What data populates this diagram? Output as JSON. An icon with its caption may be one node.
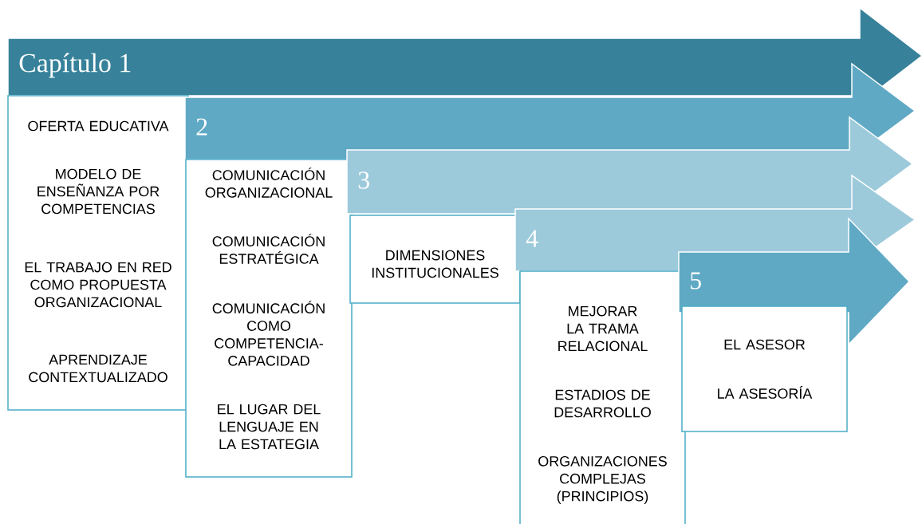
{
  "diagram": {
    "nodes": [
      {
        "text": [
          "Capítulo 1"
        ]
      },
      {
        "text": [
          "OFERTA EDUCATIVA",
          "MODELO DE ENSEÑANZA POR COMPETENCIAS",
          "EL TRABAJO EN RED COMO PROPUESTA ORGANIZACIONAL",
          "APRENDIZAJE CONTEXTUALIZADO"
        ]
      },
      {
        "text": [
          "2"
        ]
      },
      {
        "text": [
          "COMUNICACIÓN ORGANIZACIONAL",
          "COMUNICACIÓN ESTRATÉGICA",
          "COMUNICACIÓN COMO COMPETENCIA-CAPACIDAD",
          "EL  LUGAR DEL LENGUAJE EN LA ESTATEGIA"
        ]
      },
      {
        "text": [
          "3"
        ]
      },
      {
        "text": [
          "DIMENSIONES INSTITUCIONALES"
        ]
      },
      {
        "text": [
          "4"
        ]
      },
      {
        "text": [
          "MEJORAR LA TRAMA RELACIONAL",
          "ESTADIOS DE DESARROLLO",
          "ORGANIZACIONES COMPLEJAS (PRINCIPIOS)"
        ]
      },
      {
        "text": [
          "5"
        ]
      },
      {
        "text": [
          "EL ASESOR",
          "LA ASESORÍA"
        ]
      }
    ]
  }
}
